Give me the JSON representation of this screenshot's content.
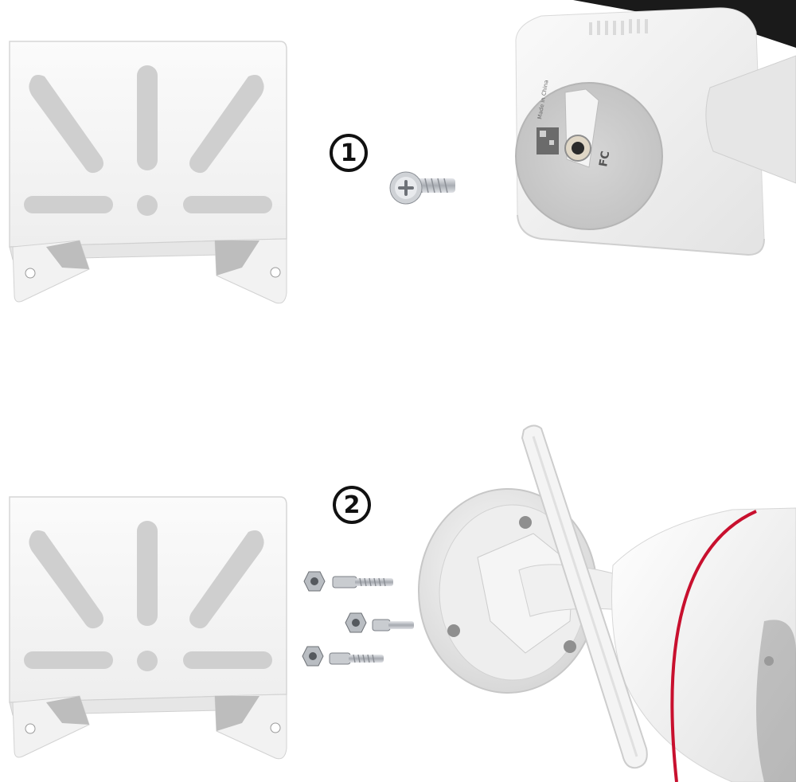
{
  "steps": [
    {
      "number": "1"
    },
    {
      "number": "2"
    }
  ],
  "camera_label": {
    "made_in": "Made in China",
    "fcc_mark": "FC"
  },
  "colors": {
    "bracket": "#f4f4f4",
    "bracket_shadow": "#d9d9d9",
    "camera_body": "#f2f2f2",
    "camera_accent": "#c8102e",
    "screw": "#b8bcc2"
  },
  "icons": {
    "bracket": "metal-bracket-icon",
    "screw": "screw-icon",
    "bolt_nut": "bolt-and-nut-icon"
  }
}
